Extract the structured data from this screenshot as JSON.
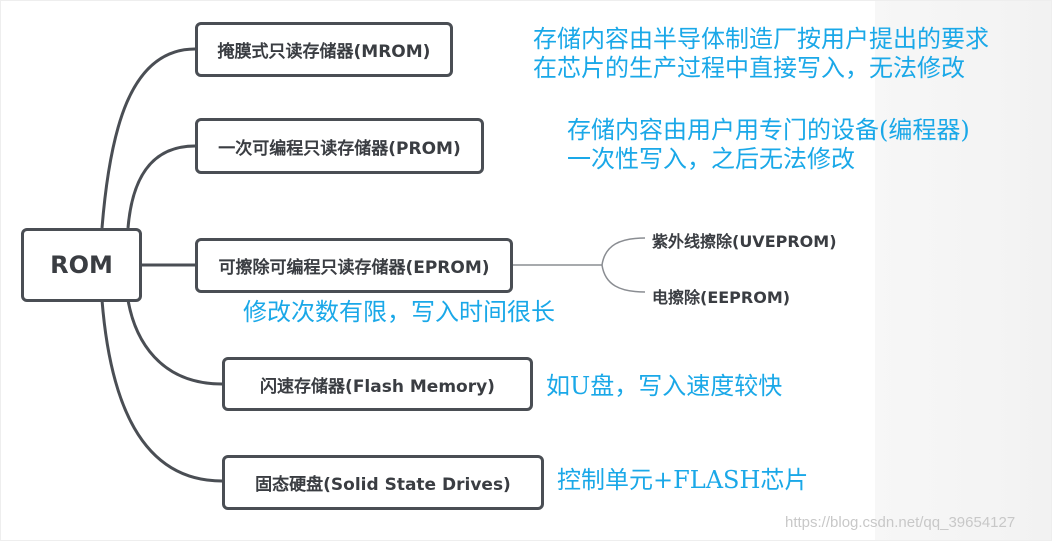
{
  "root": {
    "label": "ROM"
  },
  "branches": [
    {
      "label": "掩膜式只读存储器(MROM)",
      "note": [
        "存储内容由半导体制造厂按用户提出的要求",
        "在芯片的生产过程中直接写入，无法修改"
      ]
    },
    {
      "label": "一次可编程只读存储器(PROM)",
      "note": [
        "存储内容由用户用专门的设备(编程器)",
        "一次性写入，之后无法修改"
      ]
    },
    {
      "label": "可擦除可编程只读存储器(EPROM)",
      "note": [
        "修改次数有限，写入时间很长"
      ],
      "children": [
        "紫外线擦除(UVEPROM)",
        "电擦除(EEPROM)"
      ]
    },
    {
      "label": "闪速存储器(Flash Memory)",
      "note": [
        "如U盘，写入速度较快"
      ]
    },
    {
      "label": "固态硬盘(Solid State Drives)",
      "note": [
        "控制单元+FLASH芯片"
      ]
    }
  ],
  "watermark": "https://blog.csdn.net/qq_39654127",
  "colors": {
    "note": "#1aa8e8",
    "line": "#4a4e54"
  }
}
